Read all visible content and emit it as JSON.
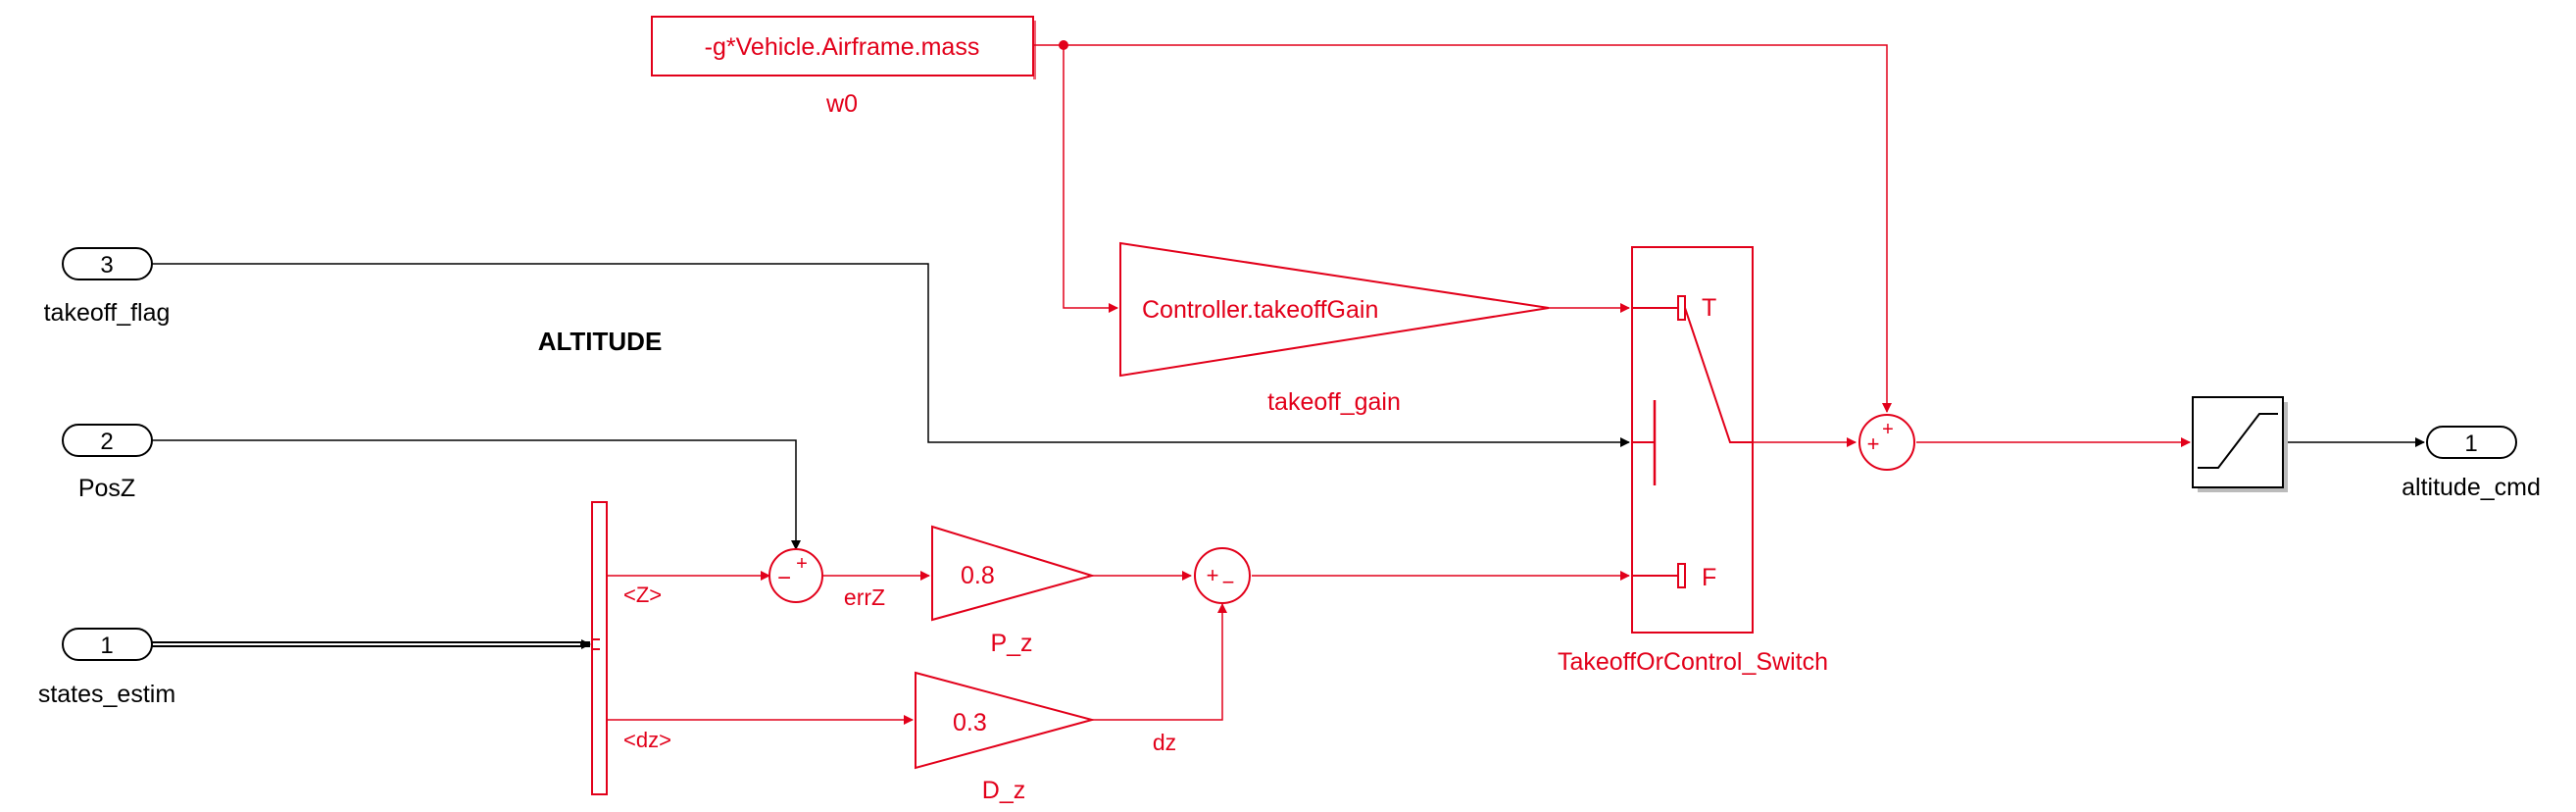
{
  "title": "ALTITUDE",
  "colors": {
    "active": "#e2001a",
    "signal": "#000000",
    "port_fill": "#ffffff",
    "block_fill": "#ffffff"
  },
  "inports": [
    {
      "number": "3",
      "label": "takeoff_flag"
    },
    {
      "number": "2",
      "label": "PosZ"
    },
    {
      "number": "1",
      "label": "states_estim"
    }
  ],
  "outports": [
    {
      "number": "1",
      "label": "altitude_cmd"
    }
  ],
  "blocks": {
    "constant_w0": {
      "expression": "-g*Vehicle.Airframe.mass",
      "name": "w0"
    },
    "takeoff_gain": {
      "expression": "Controller.takeoffGain",
      "name": "takeoff_gain"
    },
    "switch": {
      "name": "TakeoffOrControl_Switch",
      "true_label": "T",
      "false_label": "F"
    },
    "bus_selector": {
      "outputs": [
        "<Z>",
        "<dz>"
      ]
    },
    "sum_err": {
      "signs": [
        "−",
        "+"
      ]
    },
    "p_z": {
      "value": "0.8",
      "name": "P_z"
    },
    "d_z": {
      "value": "0.3",
      "name": "D_z"
    },
    "sum_pd": {
      "signs": [
        "+",
        "−"
      ]
    },
    "sum_out": {
      "signs": [
        "+",
        "+"
      ]
    },
    "saturation": {
      "icon": "saturation-icon"
    }
  },
  "signals": {
    "err": "errZ",
    "dz": "dz"
  }
}
